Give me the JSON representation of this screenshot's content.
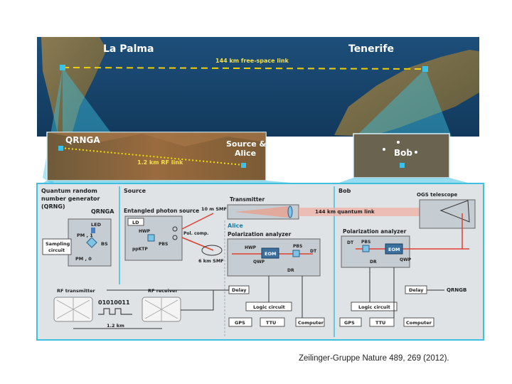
{
  "map": {
    "la_palma": "La Palma",
    "tenerife": "Tenerife",
    "free_space_link": "144 km free-space link",
    "qrng_a": "QRNGA",
    "source_alice": "Source &",
    "source_alice_2": "Alice",
    "rf_link": "1.2 km RF link",
    "bob": "Bob"
  },
  "qrng_panel": {
    "title_1": "Quantum random",
    "title_2": "number generator",
    "title_3": "(QRNG)",
    "qrng_label": "QRNGA",
    "led": "LED",
    "pm1": "PM , 1",
    "pm0": "PM , 0",
    "bs": "BS",
    "sampling_1": "Sampling",
    "sampling_2": "circuit"
  },
  "source_panel": {
    "title": "Source",
    "entangled": "Entangled photon source",
    "ld": "LD",
    "hwp": "HWP",
    "ppktp": "ppKTP",
    "pbs": "PBS",
    "pol_comp": "Pol. comp.",
    "smf10": "10 m SMF",
    "smf6": "6 km SMF",
    "transmitter": "Transmitter",
    "quantum_link": "144 km quantum link"
  },
  "alice_panel": {
    "title": "Alice",
    "analyzer": "Polarization analyzer",
    "hwp": "HWP",
    "pbs": "PBS",
    "eom": "EOM",
    "qwp": "QWP",
    "dt": "DT",
    "dr": "DR",
    "delay": "Delay",
    "logic": "Logic circuit",
    "gps": "GPS",
    "ttu": "TTU",
    "computer": "Computer"
  },
  "bob_panel": {
    "title": "Bob",
    "ogs": "OGS telescope",
    "analyzer": "Polarization analyzer",
    "dt": "DT",
    "pbs": "PBS",
    "eom": "EOM",
    "dr": "DR",
    "qwp": "QWP",
    "delay": "Delay",
    "qrng_b": "QRNGB",
    "logic": "Logic circuit",
    "gps": "GPS",
    "ttu": "TTU",
    "computer": "Computer"
  },
  "rf_panel": {
    "transmitter": "RF transmitter",
    "receiver": "RF receiver",
    "bits": "01010011",
    "distance": "1.2 km"
  },
  "caption": "Zeilinger-Gruppe Nature 489, 269 (2012)."
}
